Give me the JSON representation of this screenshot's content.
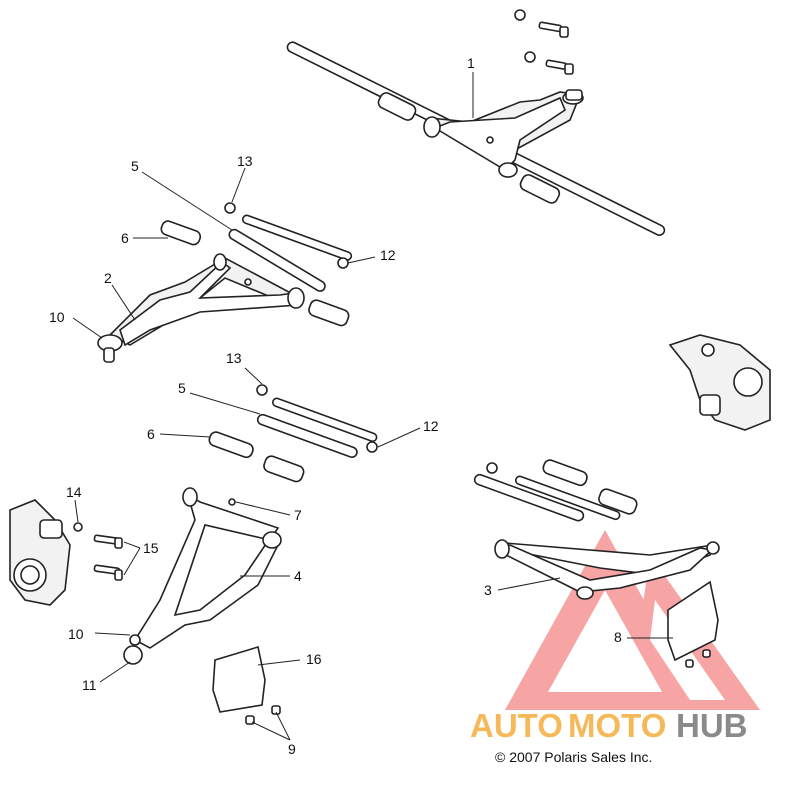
{
  "callouts": [
    {
      "id": "c1",
      "label": "1"
    },
    {
      "id": "c2",
      "label": "2"
    },
    {
      "id": "c3",
      "label": "3"
    },
    {
      "id": "c4",
      "label": "4"
    },
    {
      "id": "c5a",
      "label": "5"
    },
    {
      "id": "c5b",
      "label": "5"
    },
    {
      "id": "c6a",
      "label": "6"
    },
    {
      "id": "c6b",
      "label": "6"
    },
    {
      "id": "c7",
      "label": "7"
    },
    {
      "id": "c8",
      "label": "8"
    },
    {
      "id": "c9",
      "label": "9"
    },
    {
      "id": "c10a",
      "label": "10"
    },
    {
      "id": "c10b",
      "label": "10"
    },
    {
      "id": "c11",
      "label": "11"
    },
    {
      "id": "c12a",
      "label": "12"
    },
    {
      "id": "c12b",
      "label": "12"
    },
    {
      "id": "c13a",
      "label": "13"
    },
    {
      "id": "c13b",
      "label": "13"
    },
    {
      "id": "c14",
      "label": "14"
    },
    {
      "id": "c15",
      "label": "15"
    },
    {
      "id": "c16",
      "label": "16"
    }
  ],
  "watermark": {
    "part_auto": "AUTO",
    "part_moto": "MOTO",
    "part_hub": "HUB",
    "color_auto": "#f5b95a",
    "color_moto": "#f5b95a",
    "color_hub": "#8a8a8a",
    "logo_color": "#ef5a5a",
    "logo_icon": "triangle-logo-icon"
  },
  "copyright": "© 2007 Polaris Sales Inc."
}
